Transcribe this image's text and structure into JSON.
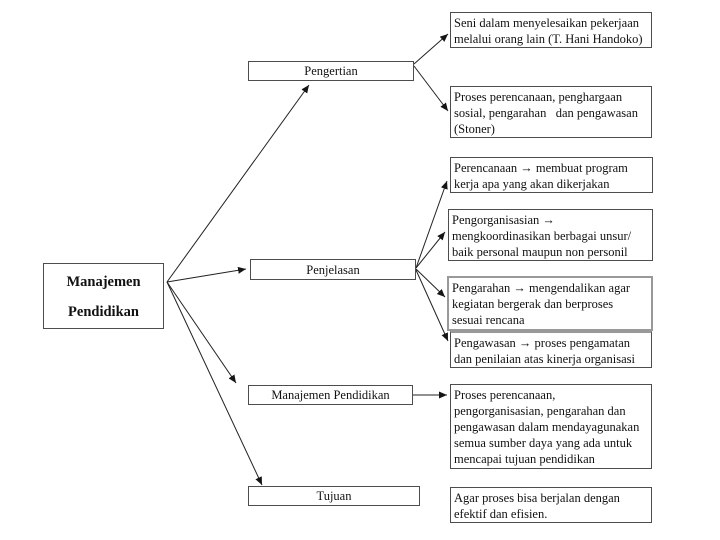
{
  "slide": {
    "root": {
      "label": "Manajemen\nPendidikan"
    },
    "branches": {
      "pengertian": "Pengertian",
      "penjelasan": "Penjelasan",
      "manajemen_pendidikan": "Manajemen Pendidikan",
      "tujuan": "Tujuan"
    },
    "details": {
      "seni": "Seni dalam menyelesaikan pekerjaan\nmelalui orang lain (T. Hani Handoko)",
      "stoner": "Proses perencanaan, penghargaan\nsosial, pengarahan   dan pengawasan\n(Stoner)",
      "perencanaan": "Perencanaan → membuat program\nkerja apa yang akan dikerjakan",
      "pengorganisasian": "Pengorganisasian →\nmengkoordinasikan berbagai unsur/\nbaik personal maupun non personil",
      "pengarahan": "Pengarahan → mengendalikan agar\nkegiatan bergerak dan berproses\nsesuai rencana",
      "pengawasan": "Pengawasan → proses pengamatan\ndan penilaian atas kinerja organisasi",
      "proses": "Proses perencanaan,\npengorganisasian, pengarahan dan\npengawasan dalam mendayagunakan\nsemua sumber daya yang ada untuk\nmencapai tujuan pendidikan",
      "tujuan_desc": "Agar proses bisa berjalan dengan\nefektif dan efisien."
    },
    "colors": {
      "border": "#4d4d4d",
      "highlight_border": "#999999",
      "text": "#111111",
      "background": "#ffffff"
    }
  }
}
